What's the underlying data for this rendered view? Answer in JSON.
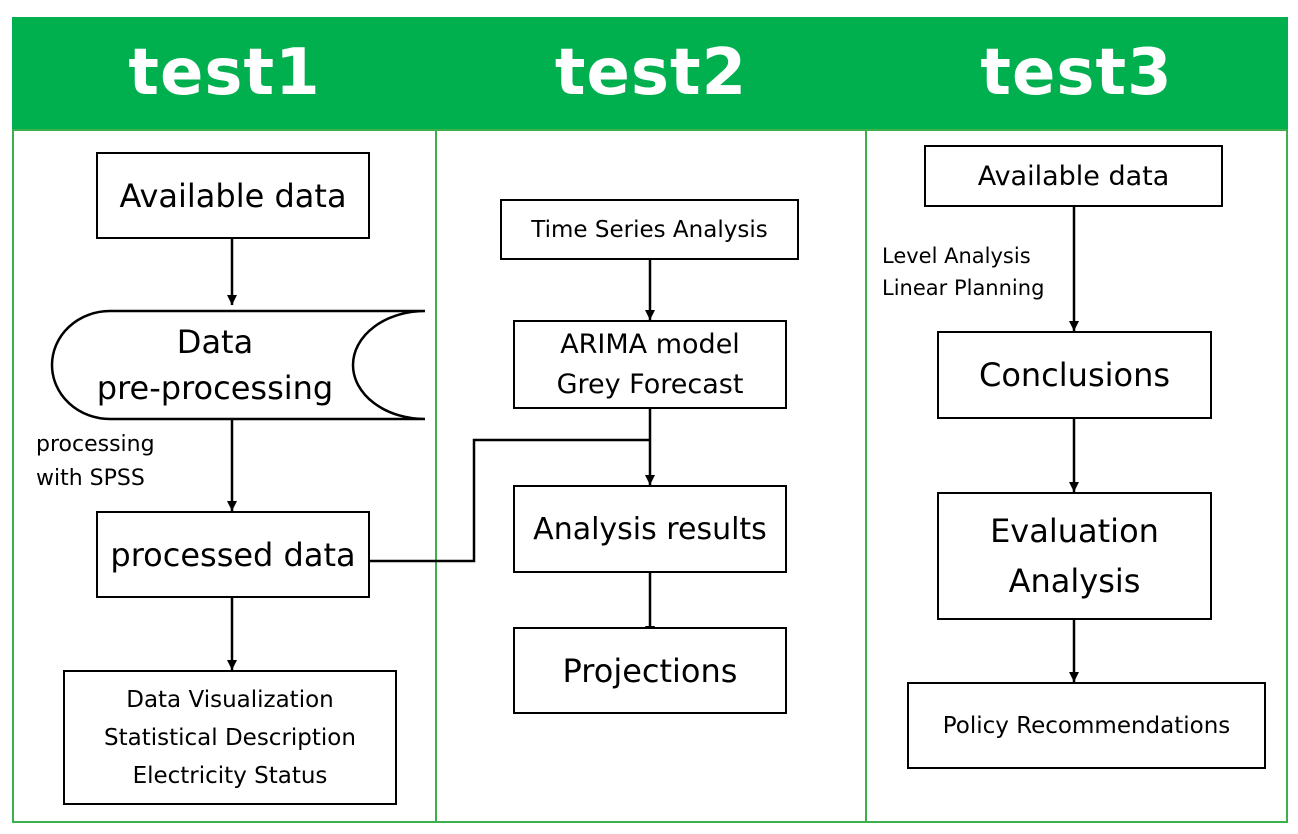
{
  "columns": [
    {
      "title": "test1"
    },
    {
      "title": "test2"
    },
    {
      "title": "test3"
    }
  ],
  "test1": {
    "available": "Available data",
    "preprocess": [
      "Data",
      "pre-processing"
    ],
    "spss_note": [
      "processing",
      "with SPSS"
    ],
    "processed": "processed data",
    "outputs": [
      "Data Visualization",
      "Statistical Description",
      "Electricity Status"
    ]
  },
  "test2": {
    "tsa": "Time Series Analysis",
    "models": [
      "ARIMA model",
      "Grey Forecast"
    ],
    "results": "Analysis results",
    "projections": "Projections"
  },
  "test3": {
    "available": "Available data",
    "methods_note": [
      "Level Analysis",
      "Linear Planning"
    ],
    "conclusions": "Conclusions",
    "evaluation": [
      "Evaluation",
      "Analysis"
    ],
    "policy": "Policy Recommendations"
  },
  "colors": {
    "header_green": "#00b04f",
    "lane_border": "#3cb04a",
    "stroke": "#000000"
  }
}
